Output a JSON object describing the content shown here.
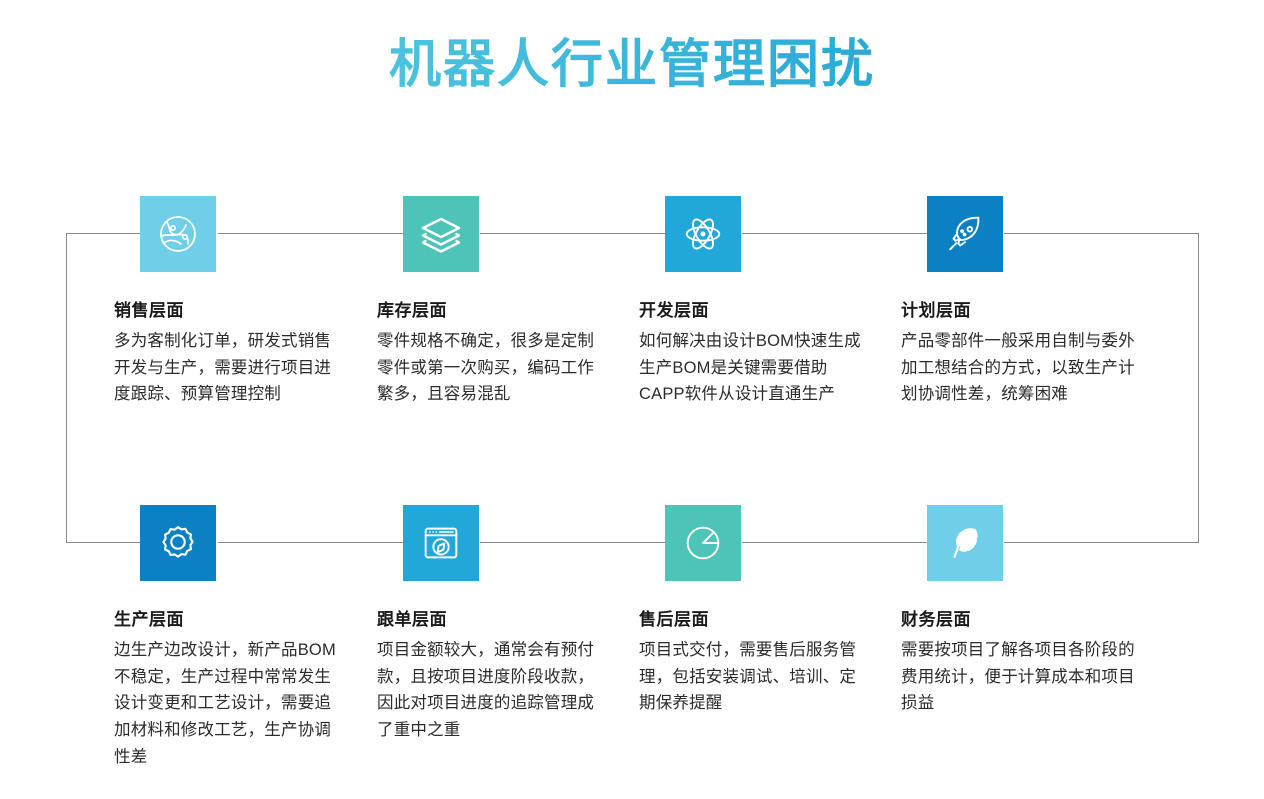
{
  "page": {
    "title": "机器人行业管理困扰",
    "title_gradient": [
      "#67cfe3",
      "#1b8fc7"
    ],
    "background": "#ffffff",
    "connector_color": "#8a8a8a"
  },
  "items": [
    {
      "id": "sales",
      "icon": "globe-network-icon",
      "icon_bg": "#6fcfe8",
      "title": "销售层面",
      "desc": "多为客制化订单，研发式销售开发与生产，需要进行项目进度跟踪、预算管理控制"
    },
    {
      "id": "inventory",
      "icon": "layers-stack-icon",
      "icon_bg": "#4ec4b8",
      "title": "库存层面",
      "desc": "零件规格不确定，很多是定制零件或第一次购买，编码工作繁多，且容易混乱"
    },
    {
      "id": "development",
      "icon": "atom-icon",
      "icon_bg": "#21a8d8",
      "title": "开发层面",
      "desc": "如何解决由设计BOM快速生成生产BOM是关键需要借助CAPP软件从设计直通生产"
    },
    {
      "id": "planning",
      "icon": "rocket-icon",
      "icon_bg": "#0b81c4",
      "title": "计划层面",
      "desc": "产品零部件一般采用自制与委外加工想结合的方式，以致生产计划协调性差，统筹困难"
    },
    {
      "id": "production",
      "icon": "gear-icon",
      "icon_bg": "#0b81c4",
      "title": "生产层面",
      "desc": "边生产边改设计，新产品BOM不稳定，生产过程中常常发生设计变更和工艺设计，需要追加材料和修改工艺，生产协调性差"
    },
    {
      "id": "order-tracking",
      "icon": "browser-compass-icon",
      "icon_bg": "#21a8d8",
      "title": "跟单层面",
      "desc": "项目金额较大，通常会有预付款，且按项目进度阶段收款，因此对项目进度的追踪管理成了重中之重"
    },
    {
      "id": "after-sales",
      "icon": "pie-chart-icon",
      "icon_bg": "#4ec4b8",
      "title": "售后层面",
      "desc": "项目式交付，需要售后服务管理，包括安装调试、培训、定期保养提醒"
    },
    {
      "id": "finance",
      "icon": "feather-icon",
      "icon_bg": "#6fcfe8",
      "title": "财务层面",
      "desc": "需要按项目了解各项目各阶段的费用统计，便于计算成本和项目损益"
    }
  ]
}
